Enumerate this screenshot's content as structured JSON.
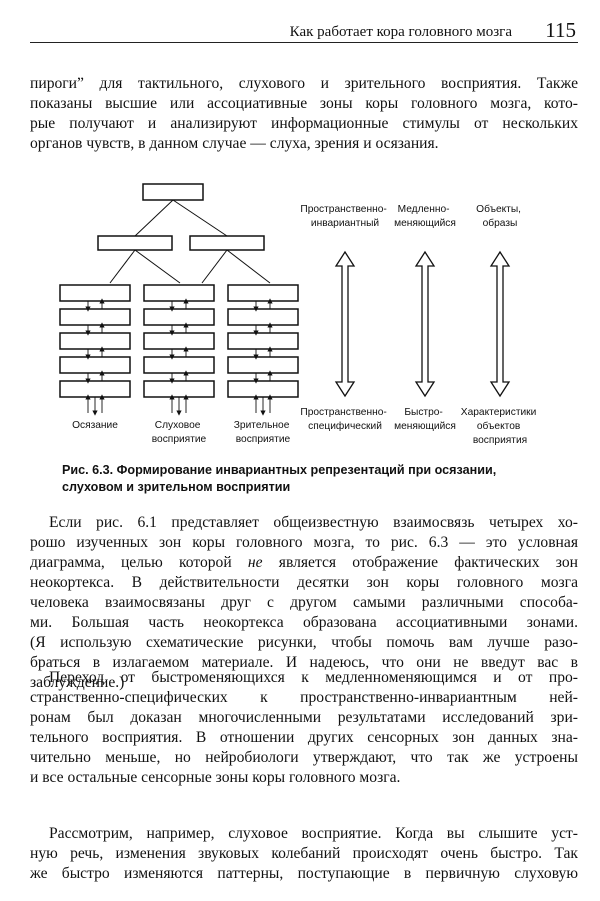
{
  "header": {
    "running_title": "Как работает кора головного мозга",
    "page_number": "115"
  },
  "intro": [
    "пироги” для тактильного, слухового и зрительного восприятия. Также",
    "показаны высшие или ассоциативные зоны коры головного мозга, кото-",
    "рые получают и анализируют информационные стимулы от нескольких",
    "органов чувств, в данном случае — слуха, зрения и осязания."
  ],
  "figure": {
    "top_labels": [
      [
        "Пространственно-",
        "инвариантный"
      ],
      [
        "Медленно-",
        "меняющийся"
      ],
      [
        "Объекты,",
        "образы"
      ]
    ],
    "bottom_labels": [
      [
        "Пространственно-",
        "специфический"
      ],
      [
        "Быстро-",
        "меняющийся"
      ],
      [
        "Характеристики",
        "объектов",
        "восприятия"
      ]
    ],
    "column_labels": [
      [
        "Осязание"
      ],
      [
        "Слуховое",
        "восприятие"
      ],
      [
        "Зрительное",
        "восприятие"
      ]
    ],
    "caption": [
      "Рис. 6.3. Формирование инвариантных репрезентаций при осязании,",
      "слуховом и зрительном восприятии"
    ]
  },
  "p1": {
    "l1": "Если рис. 6.1 представляет общеизвестную взаимосвязь четырех хо-",
    "l2": "рошо изученных зон коры головного мозга, то рис. 6.3 — это условная",
    "l3a": "диаграмма, целью которой ",
    "l3b": "не",
    "l3c": " является отображение фактических зон",
    "rest": [
      "неокортекса. В действительности десятки зон коры головного мозга",
      "человека взаимосвязаны друг с другом самыми различными способа-",
      "ми. Большая часть неокортекса образована ассоциативными зонами.",
      "(Я использую схематические рисунки, чтобы помочь вам лучше разо-",
      "браться в излагаемом материале. И надеюсь, что они не введут вас в",
      "заблуждение.)"
    ]
  },
  "p2": [
    "Переход от быстроменяющихся к медленноменяющимся и от про-",
    "странственно-специфических к пространственно-инвариантным ней-",
    "ронам был доказан многочисленными результатами исследований зри-",
    "тельного восприятия. В отношении других сенсорных зон данных зна-",
    "чительно меньше, но нейробиологи утверждают, что так же устроены",
    "и все остальные сенсорные зоны коры головного мозга."
  ],
  "p3": [
    "Рассмотрим, например, слуховое восприятие. Когда вы слышите уст-",
    "ную речь, изменения звуковых колебаний происходят очень быстро. Так",
    "же быстро изменяются паттерны, поступающие в первичную слуховую"
  ]
}
